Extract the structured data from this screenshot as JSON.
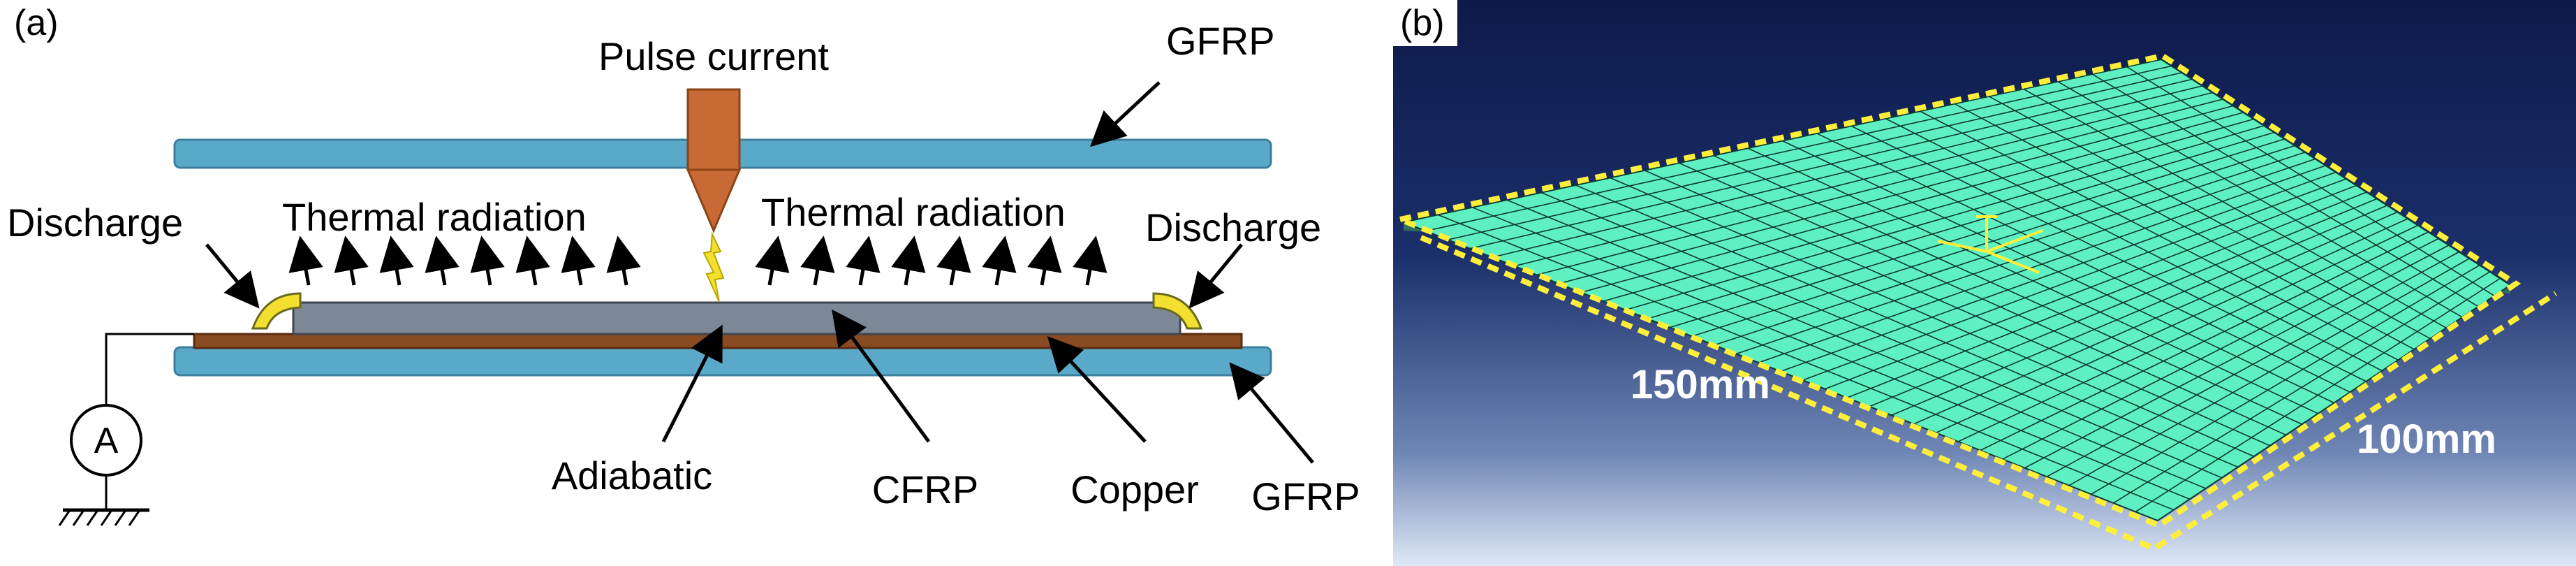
{
  "panel_a": {
    "tag": "(a)",
    "labels": {
      "pulse_current": "Pulse current",
      "gfrp_top": "GFRP",
      "discharge_left": "Discharge",
      "discharge_right": "Discharge",
      "thermal_left": "Thermal radiation",
      "thermal_right": "Thermal radiation",
      "ammeter": "A",
      "adiabatic": "Adiabatic",
      "cfrp": "CFRP",
      "copper": "Copper",
      "gfrp_bottom": "GFRP"
    },
    "colors": {
      "gfrp": "#5aa9c9",
      "cfrp": "#7c8896",
      "copper": "#8a4a22",
      "electrode": "#c86a35",
      "discharge_arc": "#f2df30"
    }
  },
  "panel_b": {
    "tag": "(b)",
    "labels": {
      "length": "150mm",
      "width": "100mm"
    },
    "colors": {
      "mesh": "#5ff0c2",
      "mesh_line": "#0b3a33",
      "boundary": "#ffef3a"
    }
  }
}
